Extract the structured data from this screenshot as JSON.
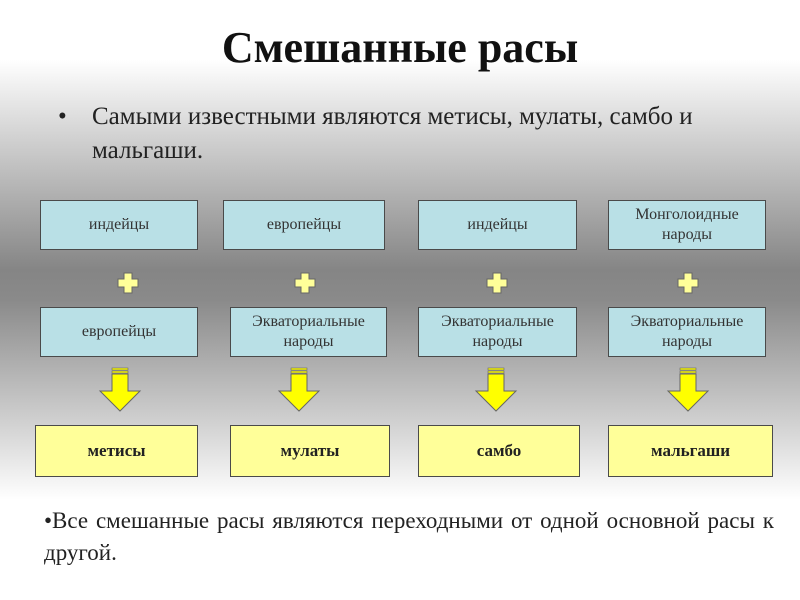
{
  "title": "Смешанные расы",
  "bullet1": {
    "marker": "•",
    "text": "Самыми известными являются метисы, мулаты, самбо и мальгаши."
  },
  "columns": [
    {
      "parent1": "индейцы",
      "parent2": "европейцы",
      "result": "метисы"
    },
    {
      "parent1": "европейцы",
      "parent2": "Экваториальные народы",
      "result": "мулаты"
    },
    {
      "parent1": "индейцы",
      "parent2": "Экваториальные народы",
      "result": "самбо"
    },
    {
      "parent1": "Монголоидные народы",
      "parent2": "Экваториальные народы",
      "result": "мальгаши"
    }
  ],
  "bullet2": {
    "text": "•Все смешанные расы являются переходными от одной основной расы к другой."
  },
  "colors": {
    "parent_box": "#b9e0e6",
    "result_box": "#ffff99",
    "plus": "#ffff99",
    "arrow": "#ffff00"
  }
}
